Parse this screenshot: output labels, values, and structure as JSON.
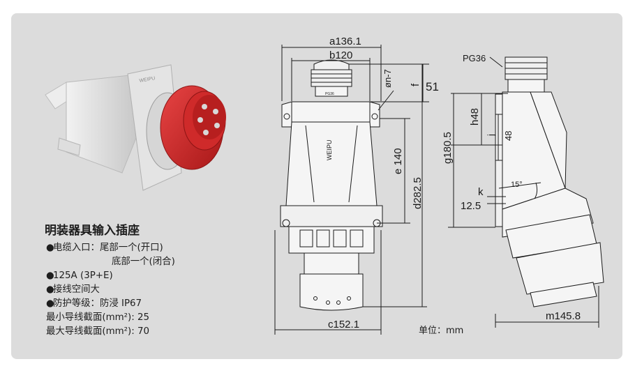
{
  "product": {
    "title": "明装器具输入插座",
    "brand_mark": "WEIPU",
    "specs": [
      {
        "bullet": true,
        "text": "电缆入口：尾部一个(开口)"
      },
      {
        "bullet": false,
        "text": "底部一个(闭合)"
      },
      {
        "bullet": true,
        "text": "125A (3P+E)"
      },
      {
        "bullet": true,
        "text": "接线空间大"
      },
      {
        "bullet": true,
        "text": "防护等级：防浸  IP67"
      },
      {
        "bullet": false,
        "text": "最小导线截面(mm²): 25"
      },
      {
        "bullet": false,
        "text": "最大导线截面(mm²): 70"
      }
    ]
  },
  "drawing": {
    "dims": {
      "a": "a136.1",
      "b": "b120",
      "n": "øn-7",
      "f": "f",
      "f_val": "51",
      "e": "e 140",
      "d": "d282.5",
      "c": "c152.1",
      "pg": "PG36",
      "h": "h48",
      "j": "j",
      "j_val": "48",
      "g": "g180.5",
      "k": "k",
      "k_val": "12.5",
      "angle": "15°",
      "m": "m145.8",
      "gland_text": "PG36"
    },
    "unit": "单位：mm"
  },
  "colors": {
    "panel": "#dcdcdc",
    "red": "#d42b2b",
    "body_gray": "#e8e8e8",
    "line": "#1a1a1a"
  }
}
